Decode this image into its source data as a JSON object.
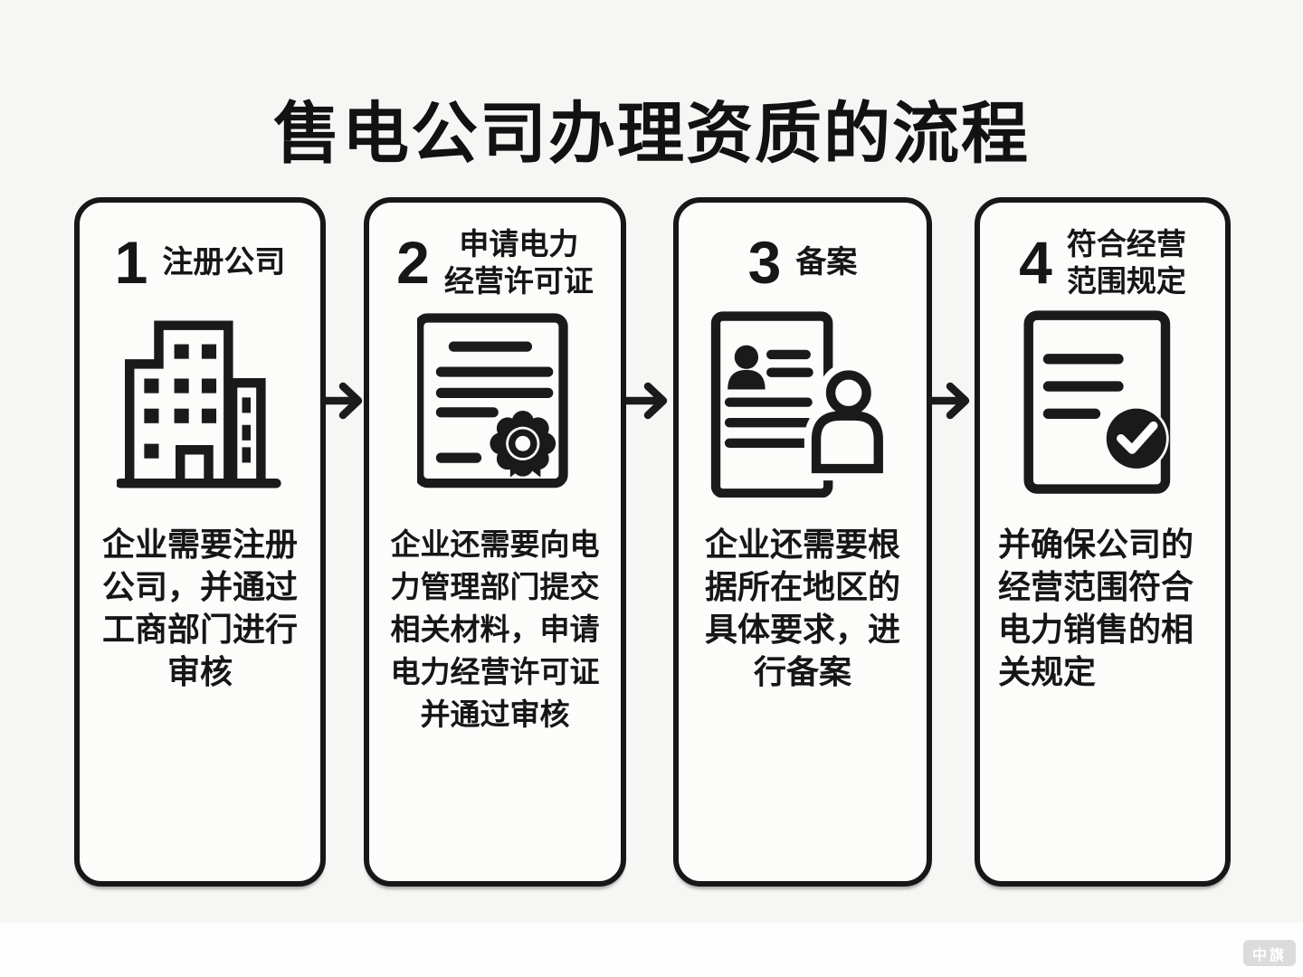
{
  "title": "售电公司办理资质的流程",
  "steps": [
    {
      "number": "1",
      "heading_line1": "注册公司",
      "heading_line2": "",
      "icon": "building-icon",
      "body": "企业需要注册公司，并通过工商部门进行审核"
    },
    {
      "number": "2",
      "heading_line1": "申请电力",
      "heading_line2": "经营许可证",
      "icon": "certificate-icon",
      "body": "企业还需要向电力管理部门提交相关材料，申请电力经营许可证并通过审核"
    },
    {
      "number": "3",
      "heading_line1": "备案",
      "heading_line2": "",
      "icon": "document-person-icon",
      "body": "企业还需要根据所在地区的具体要求，进行备案"
    },
    {
      "number": "4",
      "heading_line1": "符合经营",
      "heading_line2": "范围规定",
      "icon": "document-check-icon",
      "body": "并确保公司的经营范围符合电力销售的相关规定"
    }
  ],
  "watermark": "中旗",
  "colors": {
    "ink": "#1a1a1a",
    "background": "#f6f6f4",
    "card": "#fcfcfb"
  }
}
